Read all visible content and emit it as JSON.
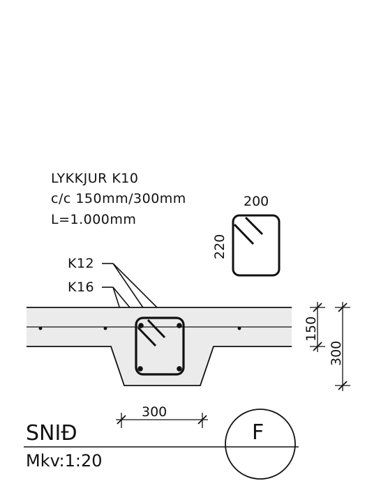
{
  "notes": {
    "line1": "LYKKJUR K10",
    "line2": "c/c 150mm/300mm",
    "line3": "L=1.000mm"
  },
  "stirrup_detail": {
    "width_label": "200",
    "height_label": "220"
  },
  "labels": {
    "bar_top": "K12",
    "bar_bottom": "K16"
  },
  "dimensions": {
    "slab": "150",
    "beam_depth": "300",
    "beam_width": "300"
  },
  "title_block": {
    "title": "SNIÐ",
    "scale": "Mkv:1:20",
    "marker": "F"
  }
}
